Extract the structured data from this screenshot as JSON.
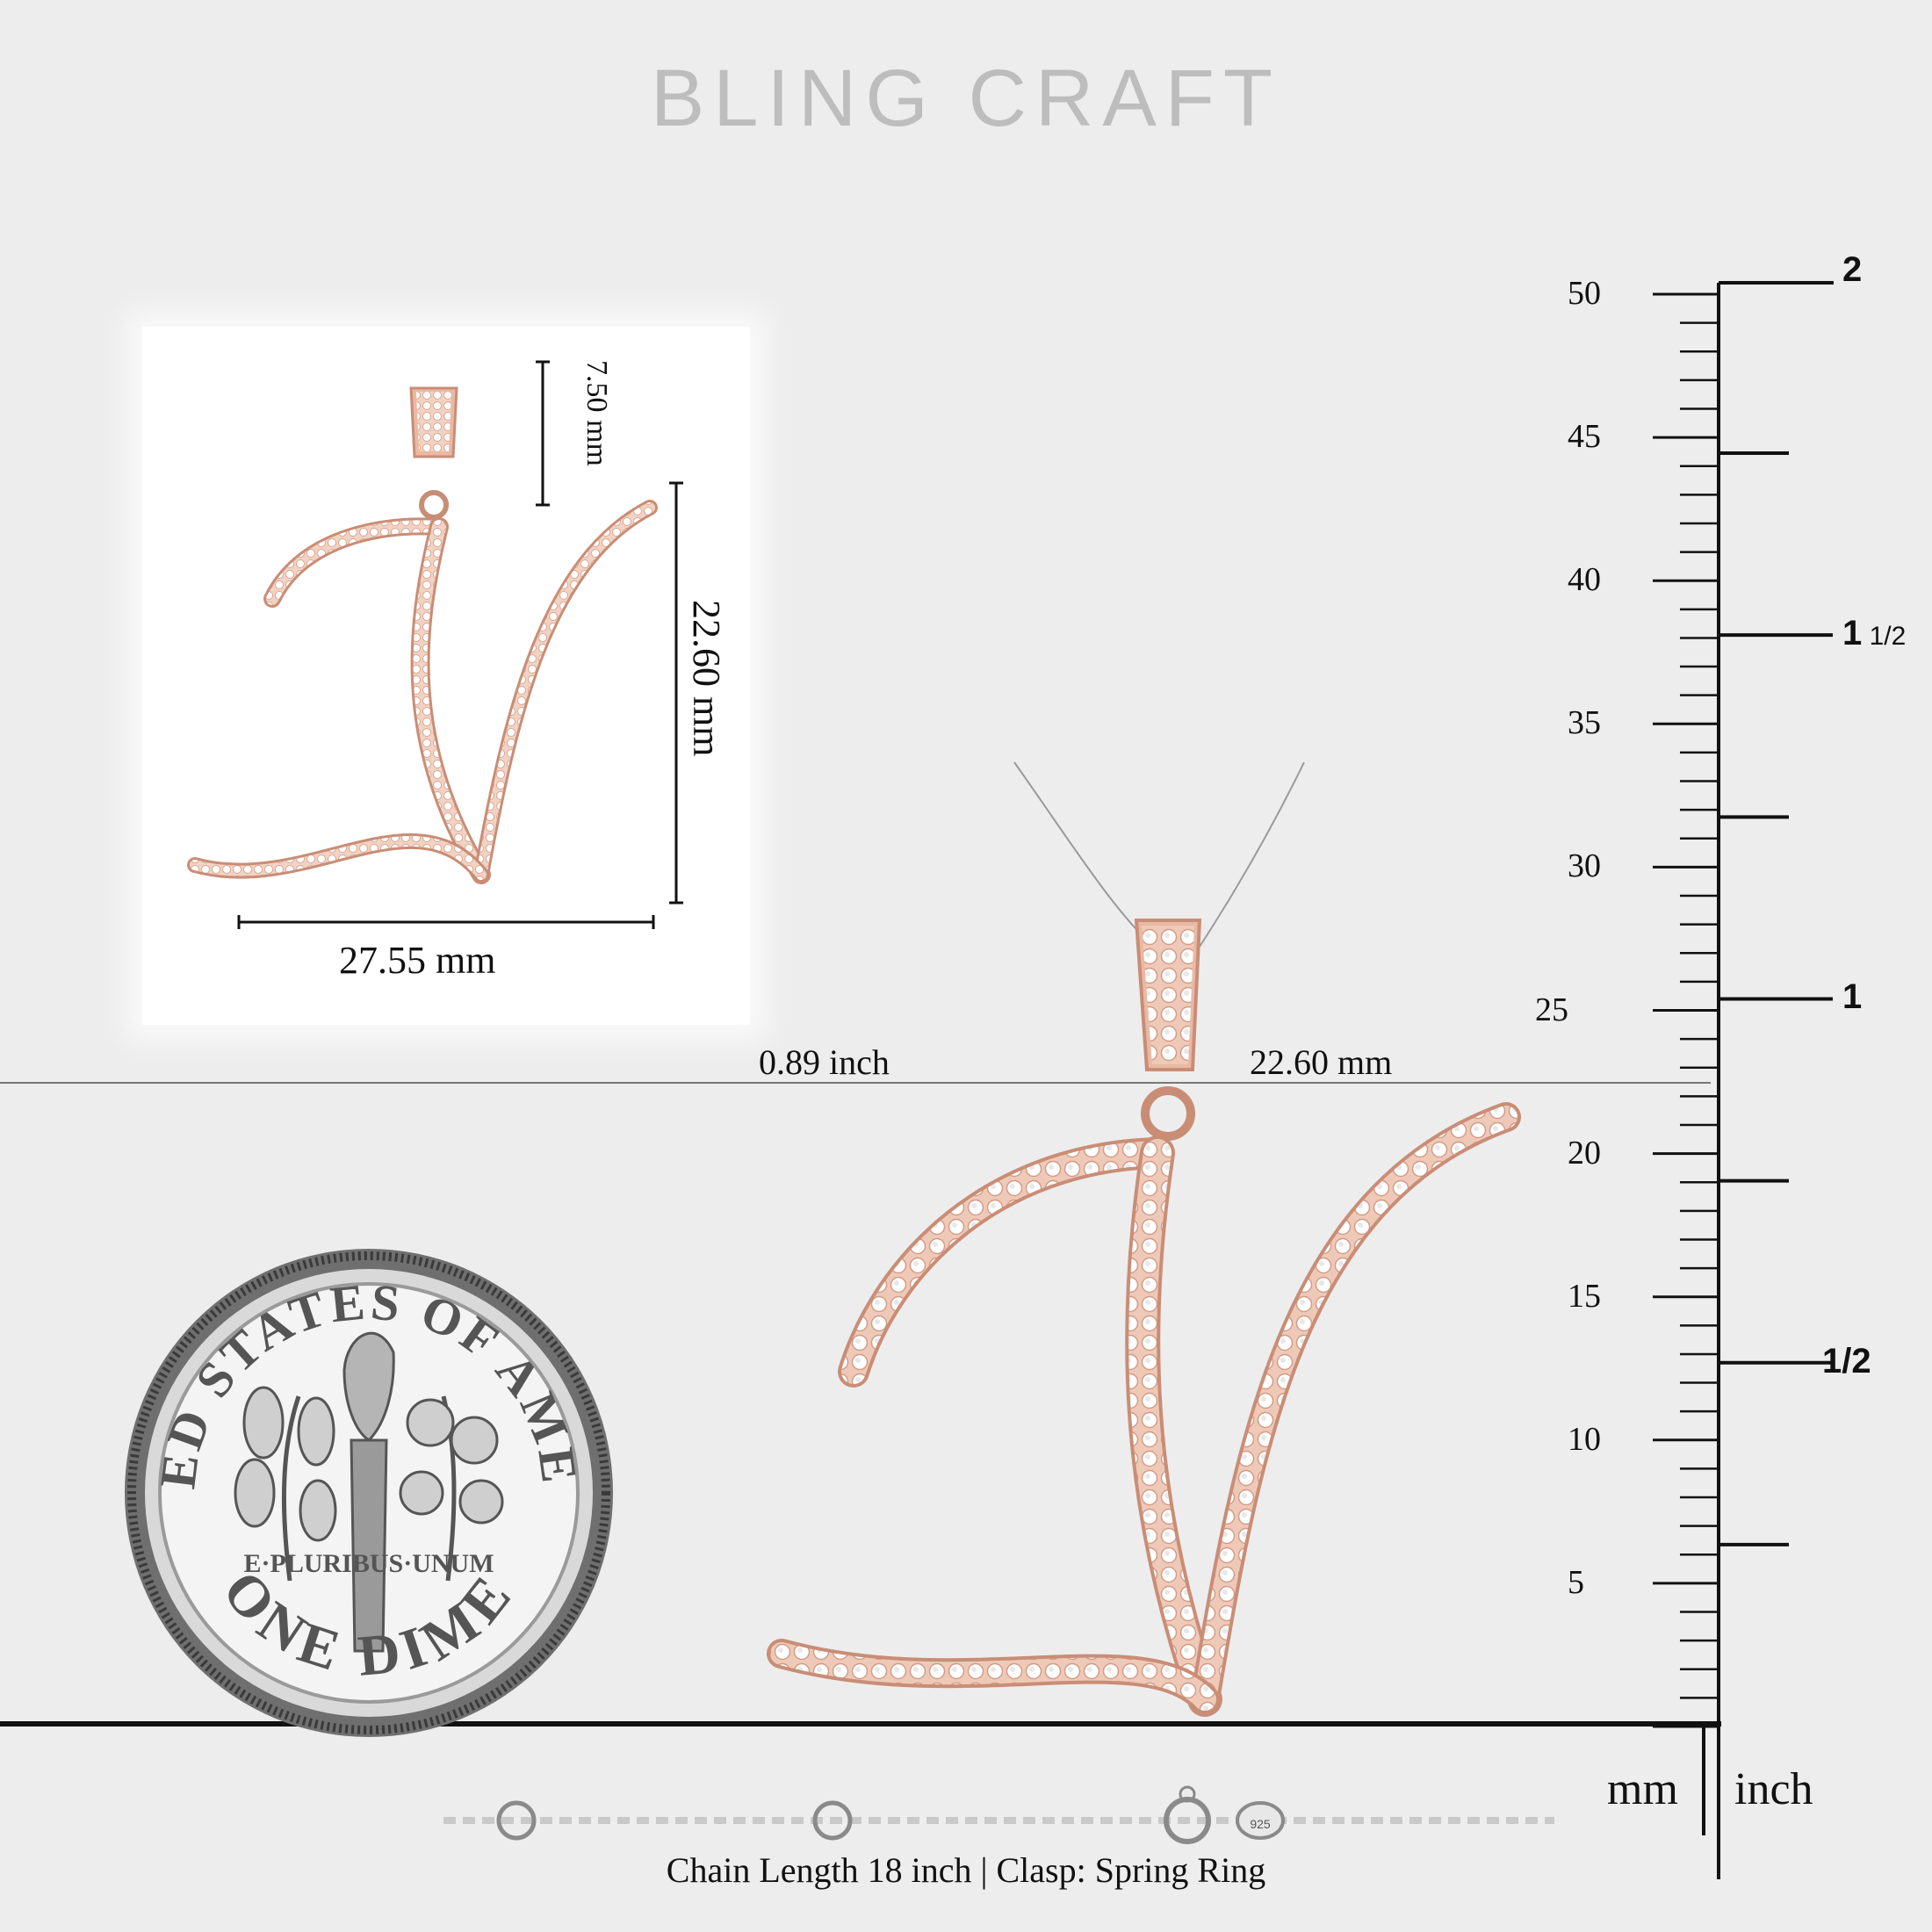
{
  "brand": "BLING CRAFT",
  "inset": {
    "bail_height": "7.50 mm",
    "pendant_height": "22.60 mm",
    "pendant_width": "27.55 mm"
  },
  "main": {
    "height_inch": "0.89 inch",
    "height_mm": "22.60 mm"
  },
  "ruler": {
    "mm_labels": [
      "50",
      "45",
      "40",
      "35",
      "30",
      "25",
      "20",
      "15",
      "10",
      "5"
    ],
    "inch_labels": [
      {
        "main": "2",
        "frac": ""
      },
      {
        "main": "1",
        "frac": "1/2"
      },
      {
        "main": "1",
        "frac": ""
      },
      {
        "main": "1/2",
        "frac": ""
      }
    ],
    "unit_mm": "mm",
    "unit_inch": "inch"
  },
  "coin": {
    "top_text": "UNITED STATES OF AMERICA",
    "motto": "E·PLURIBUS·UNUM",
    "bottom_text": "ONE DIME"
  },
  "chain": {
    "info": "Chain Length 18 inch | Clasp: Spring Ring",
    "clasp_stamp": "925"
  },
  "colors": {
    "rose_gold": "#e9b9a4",
    "rose_gold_dark": "#c98d76",
    "silver": "#a9a9a9"
  }
}
